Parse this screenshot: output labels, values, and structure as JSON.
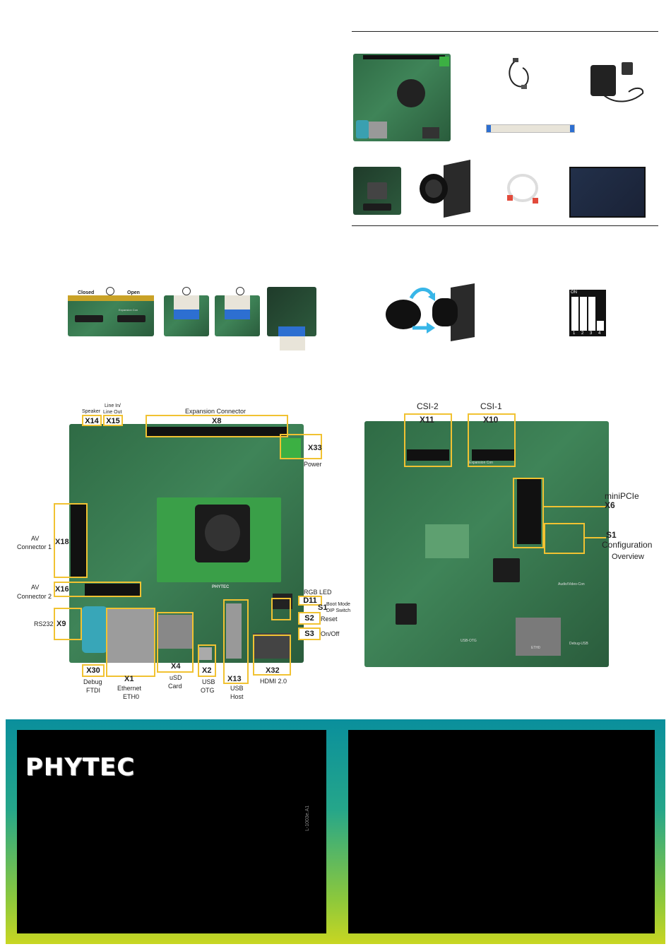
{
  "jumper_photo": {
    "closed_label": "Closed",
    "open_label": "Open",
    "expansion_con_label": "Expansion Con"
  },
  "dip_switch": {
    "on_label": "ON",
    "numbers": [
      "1",
      "2",
      "3",
      "4"
    ]
  },
  "front": {
    "speaker": "Speaker",
    "line_in_out_1": "Line In/",
    "line_in_out_2": "Line Out",
    "expansion_connector": "Expansion Connector",
    "x14": "X14",
    "x15": "X15",
    "x8": "X8",
    "x33": "X33",
    "power": "Power",
    "av1_1": "AV",
    "av1_2": "Connector 1",
    "x18": "X18",
    "av2_1": "AV",
    "av2_2": "Connector 2",
    "x16": "X16",
    "rs232": "RS232",
    "x9": "X9",
    "rgb_led": "RGB LED",
    "d11": "D11",
    "boot_mode_1": "Boot Mode",
    "boot_mode_2": "DIP Switch",
    "s1": "S1",
    "reset": "Reset",
    "s2": "S2",
    "onoff": "On/Off",
    "s3": "S3",
    "x30": "X30",
    "debug": "Debug",
    "ftdi": "FTDI",
    "x1": "X1",
    "ethernet": "Ethernet",
    "eth0": "ETH0",
    "x4": "X4",
    "usd": "uSD",
    "card": "Card",
    "x2": "X2",
    "usb": "USB",
    "otg": "OTG",
    "x13": "X13",
    "usb2": "USB",
    "host": "Host",
    "x32": "X32",
    "hdmi": "HDMI 2.0",
    "phytec_chip": "PHYTEC"
  },
  "back": {
    "csi2": "CSI-2",
    "x11": "X11",
    "csi1": "CSI-1",
    "x10": "X10",
    "minipcie": "miniPCIe",
    "x6": "X6",
    "s1": "S1",
    "configuration": "Configuration",
    "overview": "Overview",
    "expansion_con": "Expansion Con",
    "audio_video": "Audio/Video-Con",
    "debug_usb": "Debug-USB",
    "usb_otg": "USB-OTG",
    "eth0": "ETH0"
  },
  "brand": {
    "logo": "PHYTEC",
    "doc_id": "L-1003e.A1"
  }
}
